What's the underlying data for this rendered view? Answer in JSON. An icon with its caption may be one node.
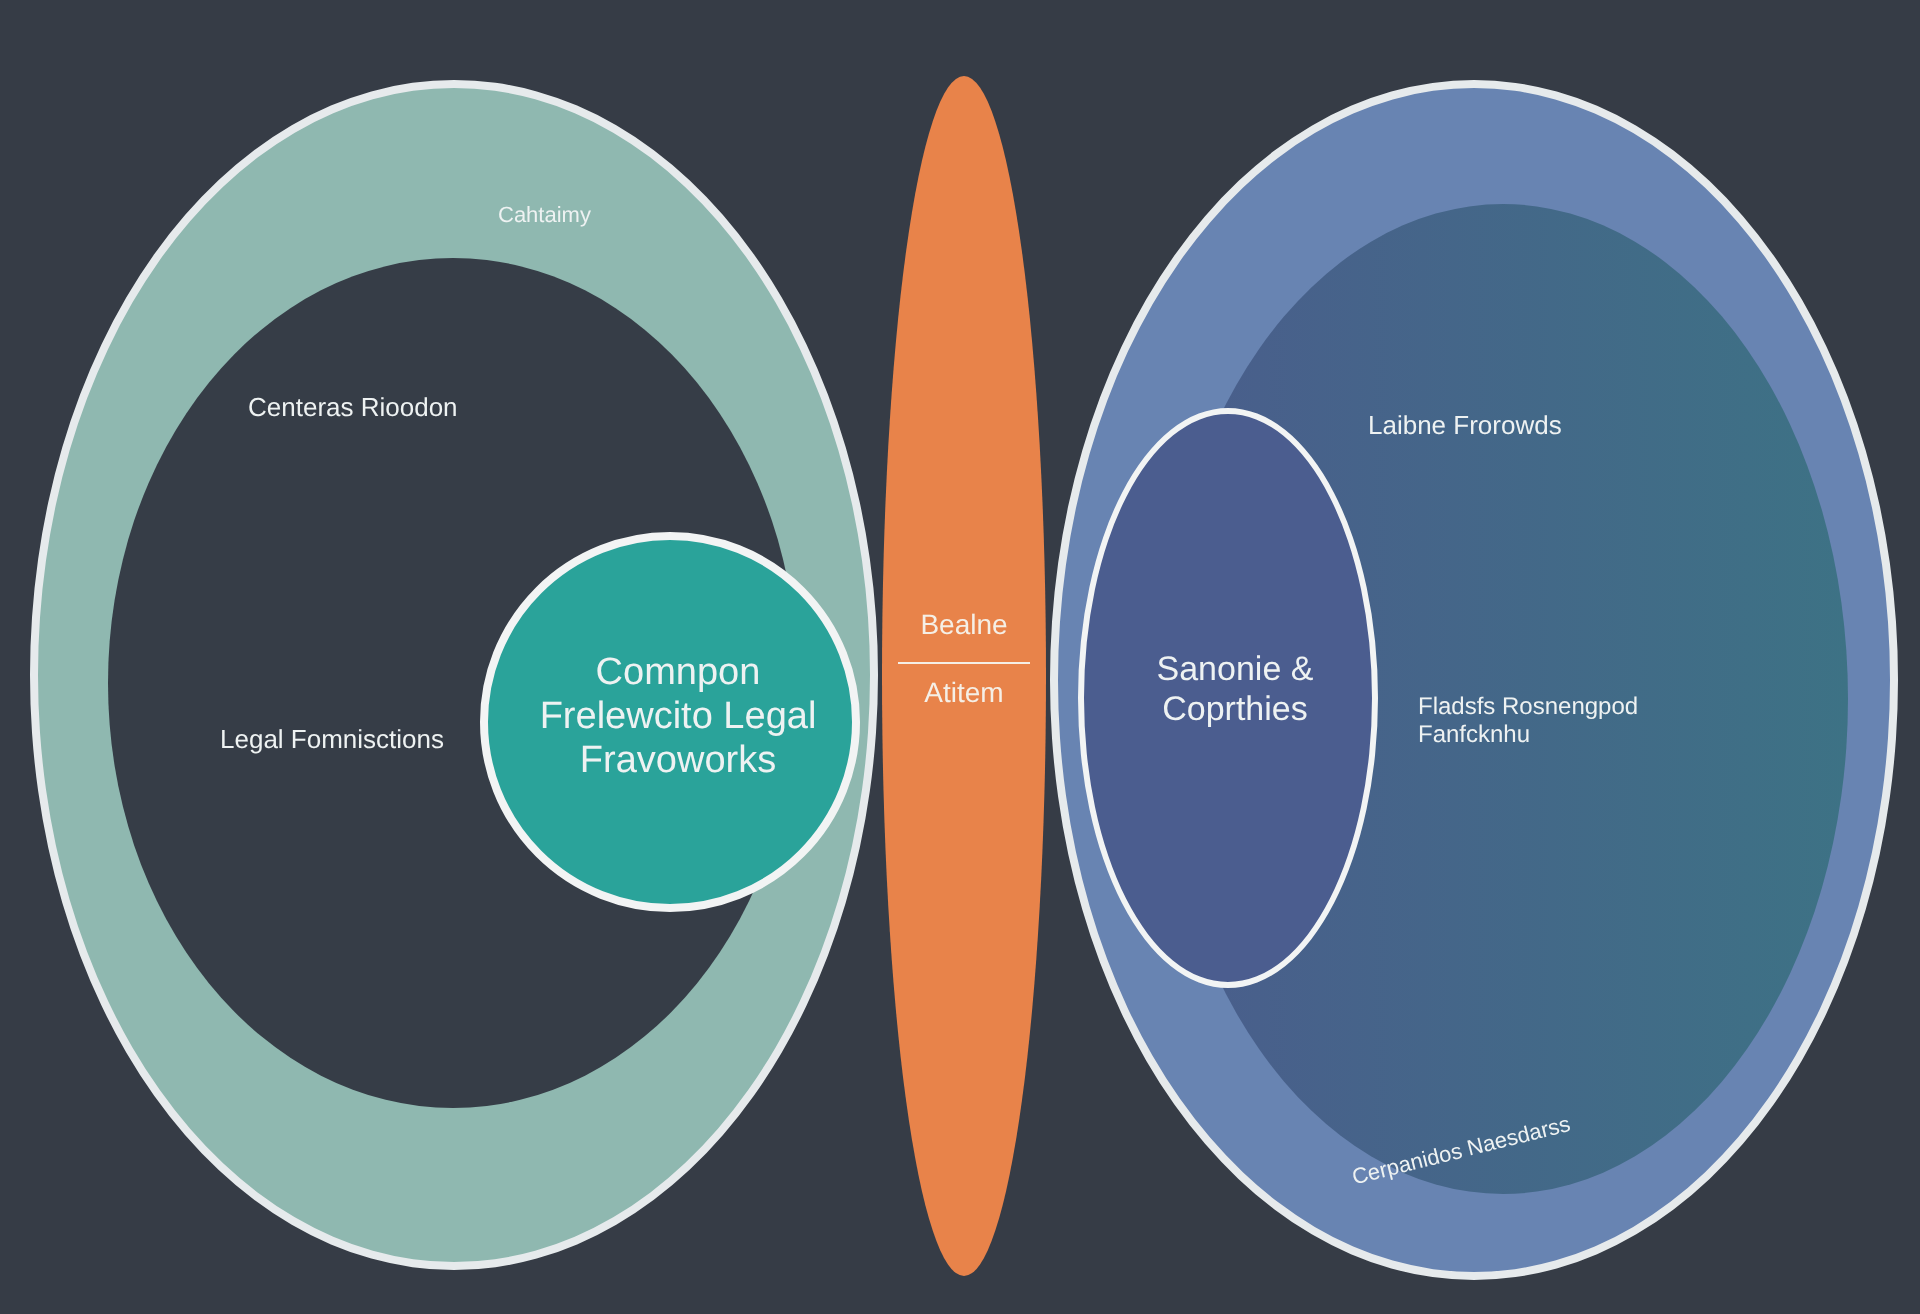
{
  "diagram": {
    "nodes": [
      {
        "text": [
          "Cahtaimy",
          "Centeras Rioodon",
          "Legal Fomnisctions"
        ]
      },
      {
        "text": [
          "Comnpon Frelewcito Legal Fravoworks"
        ],
        "in": 0
      },
      {
        "text": [
          "Bealne",
          "Atitem"
        ]
      },
      {
        "text": [
          "Laibne Frorowds",
          "Fladsfs Rosnengpod Fanfcknhu",
          "Cerpanidos Naesdarss"
        ]
      },
      {
        "text": [
          "Sanonie & Coprthies"
        ],
        "in": 3
      }
    ]
  }
}
